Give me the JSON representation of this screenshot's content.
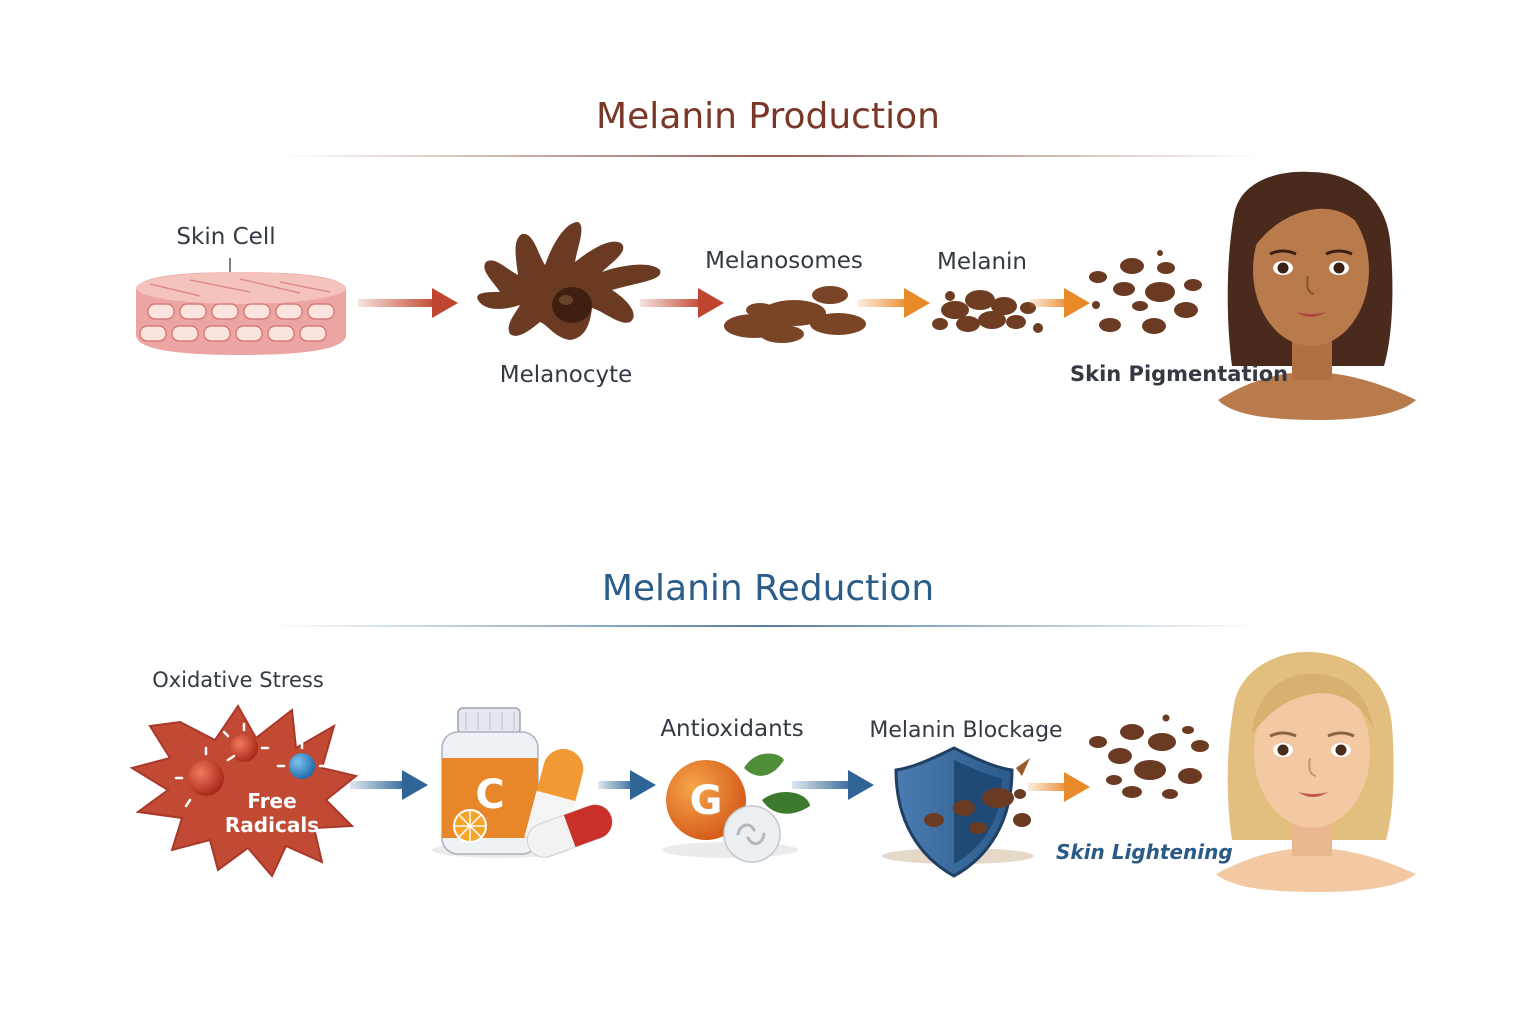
{
  "production": {
    "title": "Melanin Production",
    "title_color": "#7a3626",
    "skin_cell": "Skin Cell",
    "melanocyte": "Melanocyte",
    "melanosomes": "Melanosomes",
    "melanin": "Melanin",
    "pigmentation": "Skin Pigmentation"
  },
  "reduction": {
    "title": "Melanin Reduction",
    "title_color": "#2b5d8a",
    "oxidative_stress": "Oxidative Stress",
    "free_radicals_line1": "Free",
    "free_radicals_line2": "Radicals",
    "vitamin_letter": "C",
    "antioxidants": "Antioxidants",
    "antioxidant_letter": "G",
    "blockage": "Melanin Blockage",
    "lightening": "Skin Lightening"
  },
  "colors": {
    "melanin_brown": "#6b3a22",
    "arrow_red": "#c0452e",
    "arrow_orange": "#e8892a",
    "arrow_blue": "#2e6596",
    "skin_tan": "#b97a4c",
    "skin_fair": "#f2c9a2",
    "hair_dark": "#4a2a1c",
    "hair_blonde": "#e2bf7e"
  }
}
